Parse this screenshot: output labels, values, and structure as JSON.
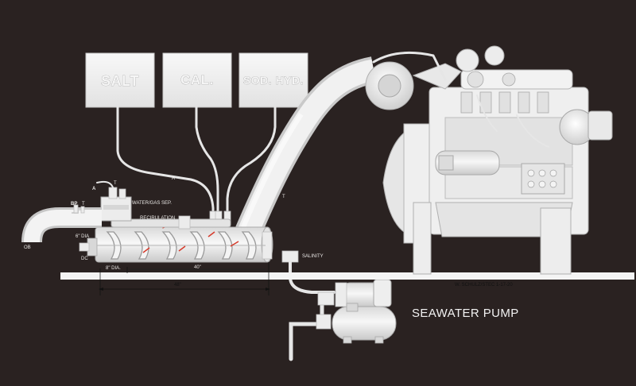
{
  "tanks": [
    {
      "label": "SALT"
    },
    {
      "label": "CAL."
    },
    {
      "label": "SOD. HYD."
    }
  ],
  "labels": {
    "a_top": "A",
    "a_line": "A",
    "t_near_tank": "T",
    "t_pipe": "T",
    "bp": "BP",
    "bp_t": "T",
    "water_gas_sep": "WATER/GAS SEP.",
    "recirculation": "RECIRULATION",
    "dia_6": "6\" DIA",
    "ob": "OB",
    "dc": "DC",
    "dia_8": "8\" DIA.",
    "len_40": "40\"",
    "len_48": "48\"",
    "salinity": "SALINITY",
    "signature": "W. SCHULZ/STEC 1-17-20",
    "seawater_pump": "SEAWATER PUMP"
  },
  "colors": {
    "background": "#2a2221",
    "components": "#ececec",
    "flow_arrows": "#d63a2a"
  }
}
